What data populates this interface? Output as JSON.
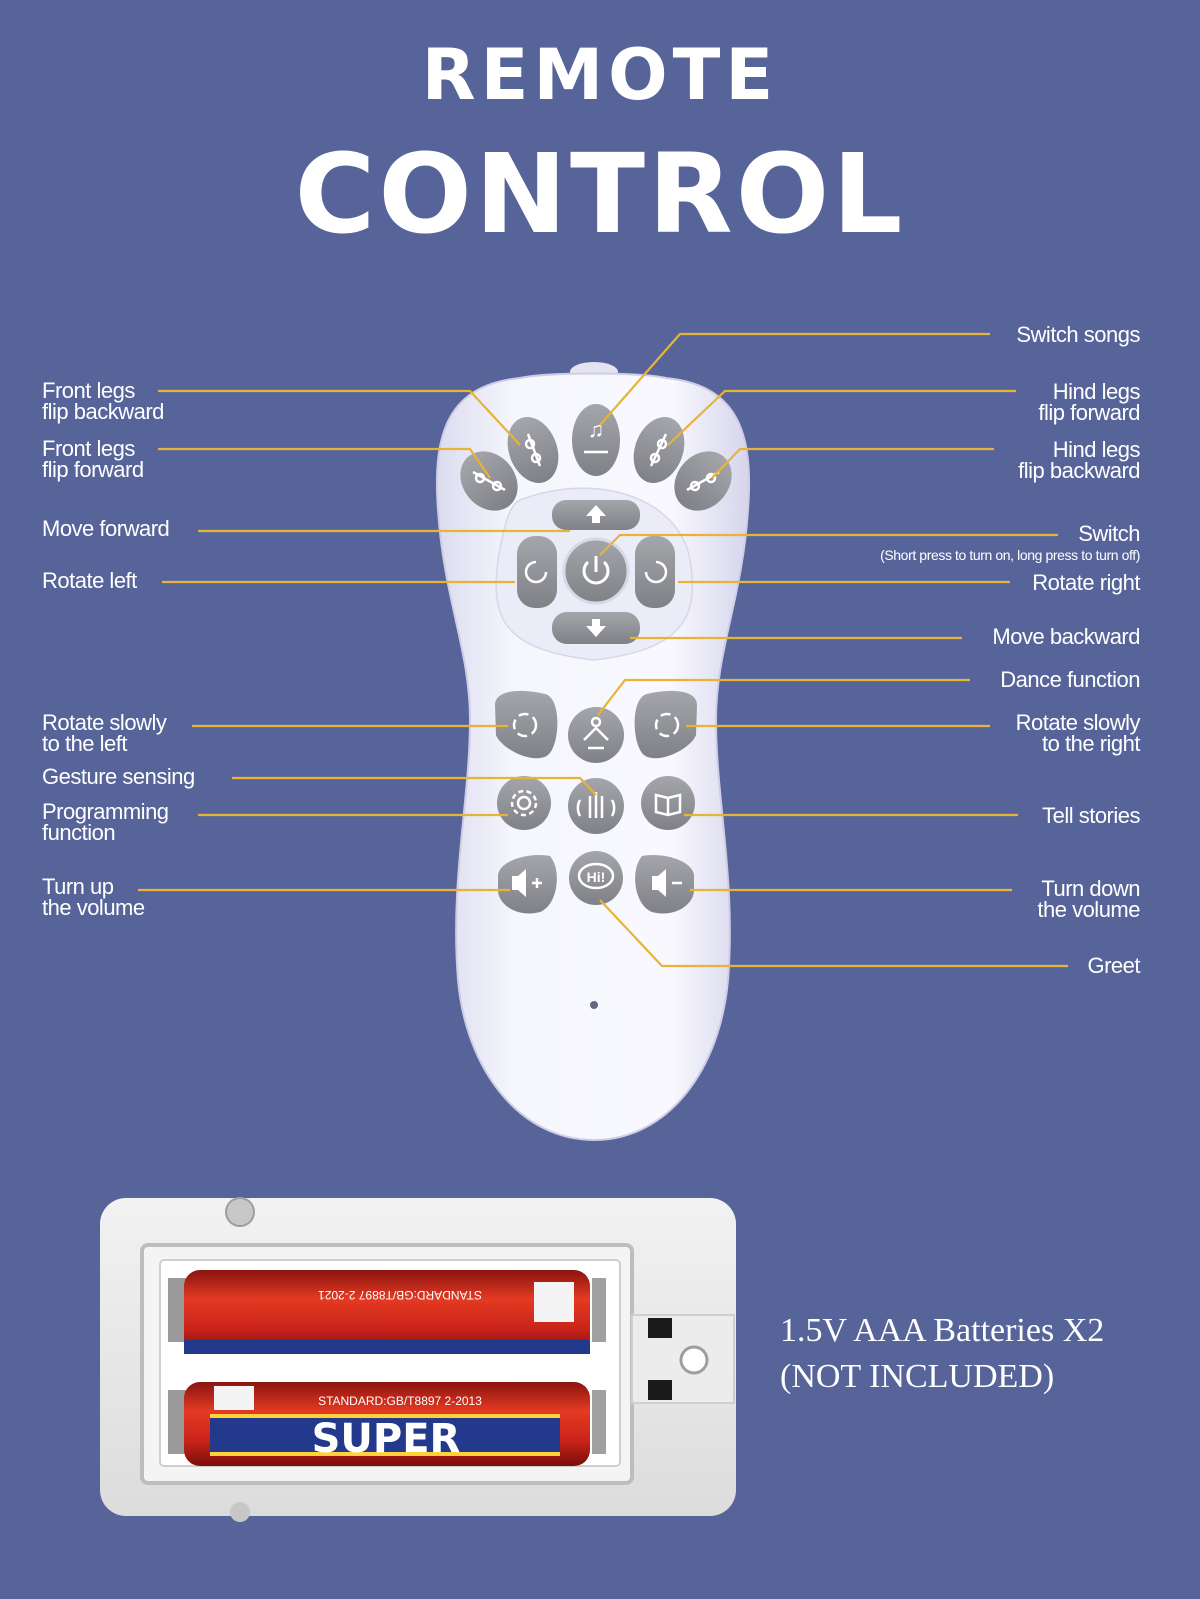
{
  "title": {
    "line1": "REMOTE",
    "line2": "CONTROL"
  },
  "labels": {
    "switch_songs": "Switch songs",
    "front_legs_flip_backward_1": "Front legs",
    "front_legs_flip_backward_2": "flip backward",
    "hind_legs_flip_forward_1": "Hind legs",
    "hind_legs_flip_forward_2": "flip forward",
    "front_legs_flip_forward_1": "Front legs",
    "front_legs_flip_forward_2": "flip forward",
    "hind_legs_flip_backward_1": "Hind legs",
    "hind_legs_flip_backward_2": "flip backward",
    "move_forward": "Move forward",
    "switch": "Switch",
    "switch_note": "(Short press to turn on, long press to turn off)",
    "rotate_left": "Rotate left",
    "rotate_right": "Rotate right",
    "move_backward": "Move backward",
    "dance_function": "Dance function",
    "rotate_slowly_left_1": "Rotate slowly",
    "rotate_slowly_left_2": "to the left",
    "rotate_slowly_right_1": "Rotate slowly",
    "rotate_slowly_right_2": "to the right",
    "gesture_sensing": "Gesture sensing",
    "programming_function_1": "Programming",
    "programming_function_2": "function",
    "tell_stories": "Tell stories",
    "turn_up_volume_1": "Turn up",
    "turn_up_volume_2": "the volume",
    "turn_down_volume_1": "Turn down",
    "turn_down_volume_2": "the volume",
    "greet": "Greet"
  },
  "button_icons": {
    "greet": "Hi!"
  },
  "battery": {
    "line1": "1.5V AAA Batteries X2",
    "line2": "(NOT INCLUDED)",
    "battery_top_text": "STANDARD:GB/T8897 2-2021",
    "battery_bottom_brand": "SUPER",
    "battery_bottom_text": "STANDARD:GB/T8897 2-2013"
  },
  "colors": {
    "background": "#56649a",
    "leader_line": "#e8b436",
    "remote_body": "#f3f2fb",
    "button": "#8f9196",
    "battery_red": "#d0261f",
    "battery_blue": "#233a8c"
  }
}
